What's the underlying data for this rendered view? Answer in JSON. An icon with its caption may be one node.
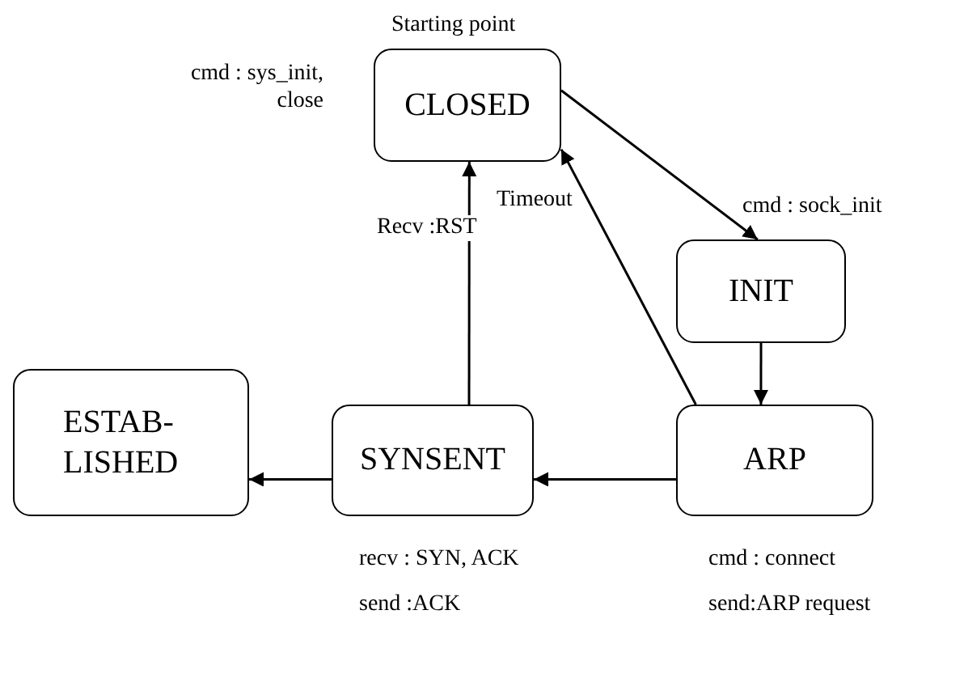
{
  "diagram": {
    "nodes": [
      {
        "text": [
          "CLOSED"
        ],
        "beside": [
          "Starting point",
          "cmd : sys_init, close"
        ]
      },
      {
        "text": [
          "INIT"
        ]
      },
      {
        "text": [
          "ARP"
        ],
        "beside": [
          "cmd : connect",
          "send:ARP request"
        ]
      },
      {
        "text": [
          "SYNSENT"
        ],
        "beside": [
          "recv : SYN, ACK",
          "send :ACK"
        ]
      },
      {
        "text": [
          "ESTAB-LISHED"
        ]
      }
    ],
    "edges": [
      {
        "from": 0,
        "to": 1,
        "arrow": "to",
        "label": "cmd : sock_init"
      },
      {
        "from": 1,
        "to": 2,
        "arrow": "to"
      },
      {
        "from": 2,
        "to": 3,
        "arrow": "to"
      },
      {
        "from": 3,
        "to": 4,
        "arrow": "to"
      },
      {
        "from": 3,
        "to": 0,
        "arrow": "to",
        "label": "Recv :RST"
      },
      {
        "from": 2,
        "to": 0,
        "arrow": "to",
        "label": "Timeout"
      }
    ]
  }
}
